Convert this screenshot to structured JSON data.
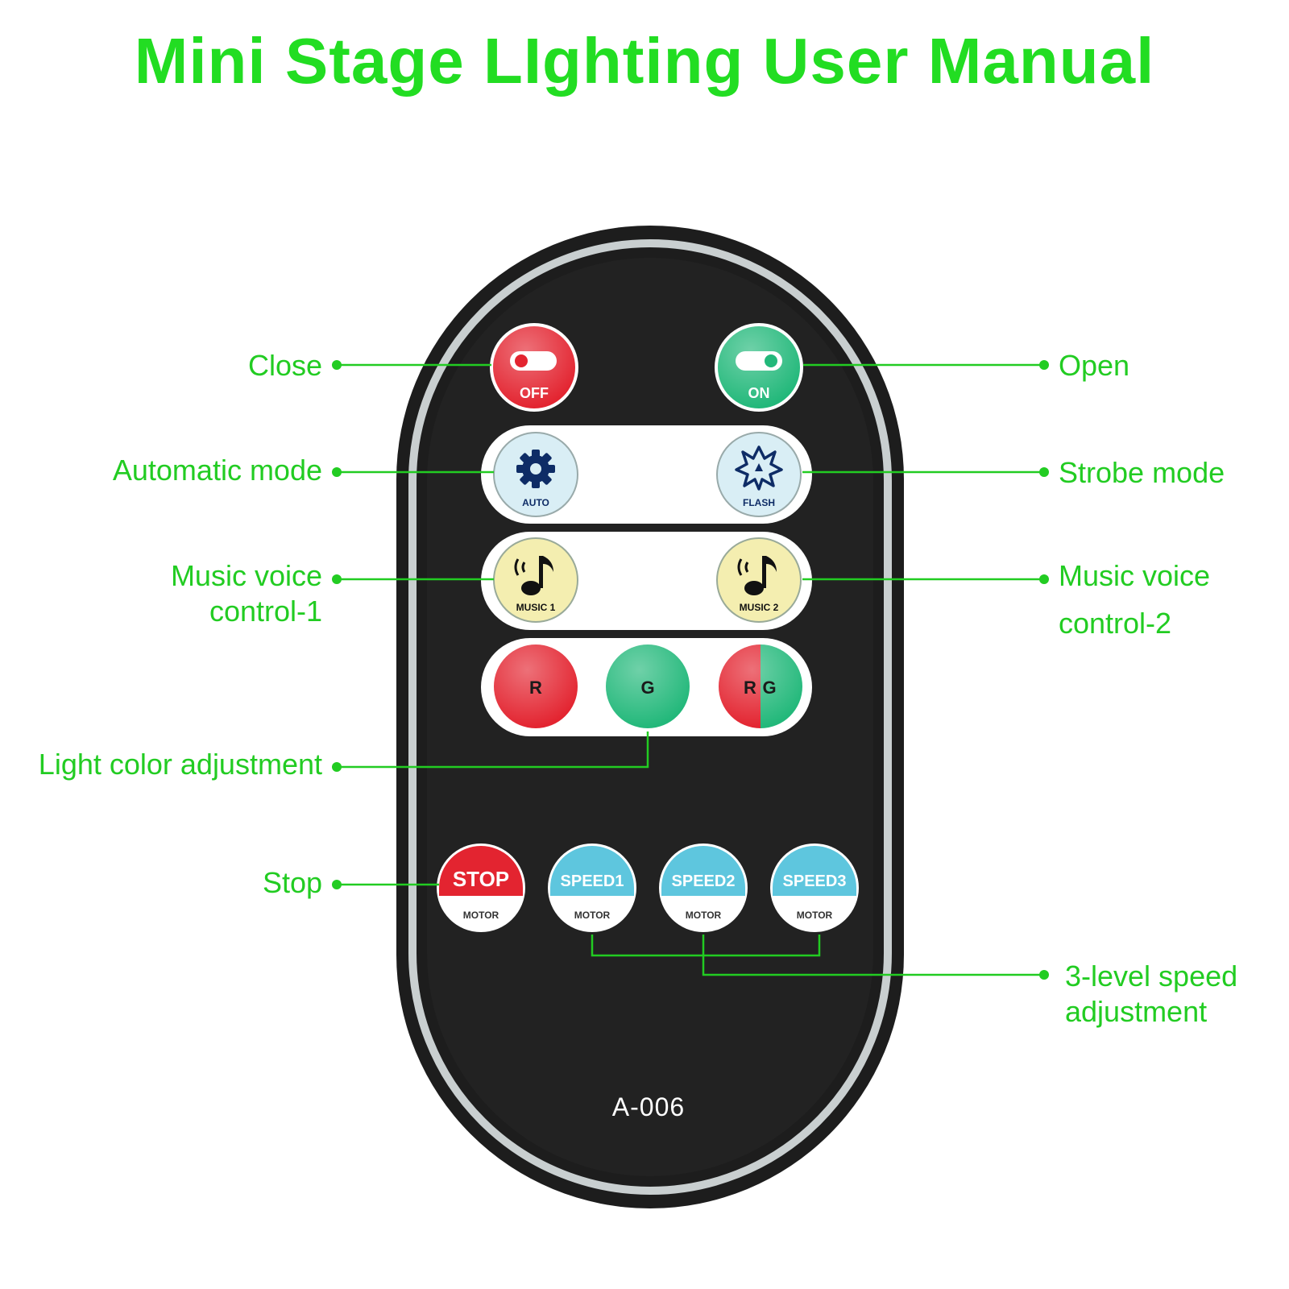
{
  "title": "Mini Stage LIghting User Manual",
  "model": "A-006",
  "colors": {
    "accent": "#22cc22",
    "body": "#1a1a1a",
    "red": "#e8222c",
    "green": "#22b87a",
    "blue": "#5ec6de",
    "yellow": "#f4eeb0",
    "light_blue": "#d8eef6"
  },
  "buttons": {
    "off": "OFF",
    "on": "ON",
    "auto": "AUTO",
    "flash": "FLASH",
    "music1": "MUSIC 1",
    "music2": "MUSIC 2",
    "r": "R",
    "g": "G",
    "rg_r": "R",
    "rg_g": "G",
    "stop": "STOP",
    "stop_sub": "MOTOR",
    "speed1": "SPEED1",
    "speed2": "SPEED2",
    "speed3": "SPEED3",
    "speed_sub": "MOTOR"
  },
  "labels": {
    "close": "Close",
    "open": "Open",
    "automatic_mode": "Automatic mode",
    "strobe_mode": "Strobe mode",
    "music1_line1": "Music voice",
    "music1_line2": "control-1",
    "music2_line1": "Music voice",
    "music2_line2": "control-2",
    "light_color": "Light color adjustment",
    "stop": "Stop",
    "speed_line1": "3-level speed",
    "speed_line2": "adjustment"
  }
}
